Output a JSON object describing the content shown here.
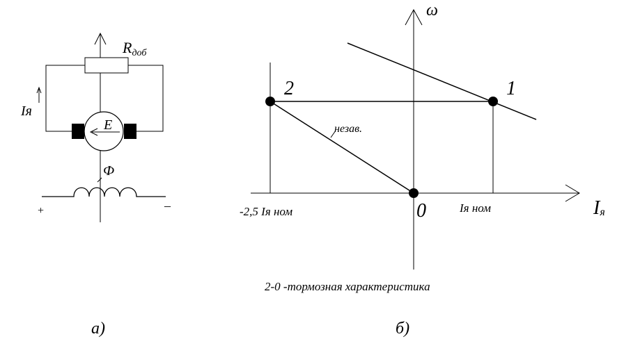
{
  "circuit": {
    "resistor_label": "R",
    "resistor_subscript": "доб",
    "current_label": "Iя",
    "emf_label": "E",
    "flux_label": "Ф",
    "plus_sign": "+",
    "minus_sign": "–",
    "caption": "а)"
  },
  "graph": {
    "y_axis_label": "ω",
    "x_axis_label": "I",
    "x_axis_subscript": "я",
    "point_1_label": "1",
    "point_2_label": "2",
    "point_0_label": "0",
    "x_tick_neg_label": "-2,5 Iя ном",
    "x_tick_pos_label": "Iя ном",
    "curve_label": "незав.",
    "note": "2-0 -тормозная характеристика",
    "caption": "б)"
  }
}
